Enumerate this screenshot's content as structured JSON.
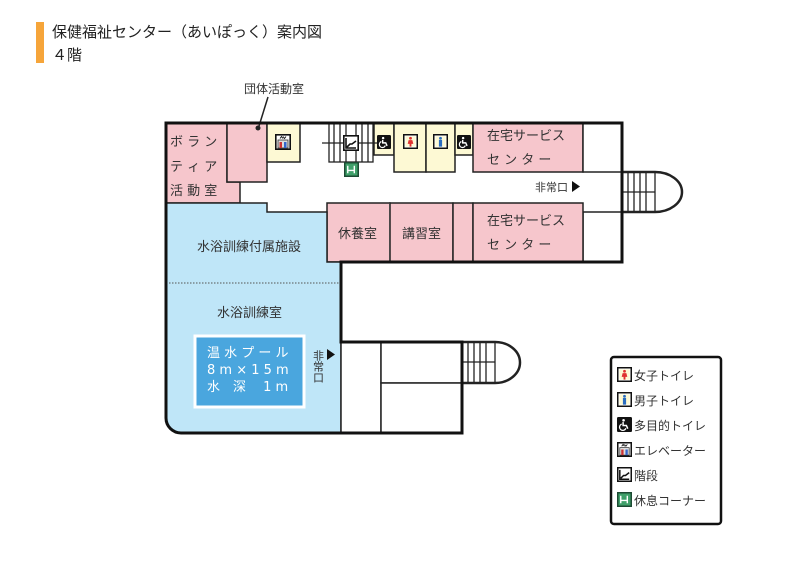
{
  "header": {
    "title": "保健福祉センター（あいぽっく）案内図",
    "floor": "４階"
  },
  "colors": {
    "accent": "#f6a53a",
    "room_pink": "#f6c6cc",
    "room_blue": "#bfe6f8",
    "room_cream": "#fdf9d4",
    "pool": "#4aa6de",
    "women": "#e03030",
    "men": "#2a6cc0",
    "rest": "#3fa06a"
  },
  "rooms": {
    "group_activity": "団体活動室",
    "volunteer": [
      "ボ ラ ン",
      "テ ィ ア",
      "活 動 室"
    ],
    "home_service_1": [
      "在宅サービス",
      "セ ン タ ー"
    ],
    "home_service_2": [
      "在宅サービス",
      "セ ン タ ー"
    ],
    "rest_room": "休養室",
    "lecture_room": "講習室",
    "aquatic_annex": "水浴訓練付属施設",
    "aquatic_training": "水浴訓練室",
    "pool": [
      "温 水 プ ー ル",
      "8 m × 1 5 m",
      "水　深　 1 m"
    ],
    "exit_east": "非常口",
    "exit_pool": "非常口"
  },
  "legend": [
    {
      "icon": "women-toilet-icon",
      "label": "女子トイレ"
    },
    {
      "icon": "men-toilet-icon",
      "label": "男子トイレ"
    },
    {
      "icon": "accessible-toilet-icon",
      "label": "多目的トイレ"
    },
    {
      "icon": "elevator-icon",
      "label": "エレベーター"
    },
    {
      "icon": "stairs-icon",
      "label": "階段"
    },
    {
      "icon": "rest-corner-icon",
      "label": "休息コーナー"
    }
  ]
}
